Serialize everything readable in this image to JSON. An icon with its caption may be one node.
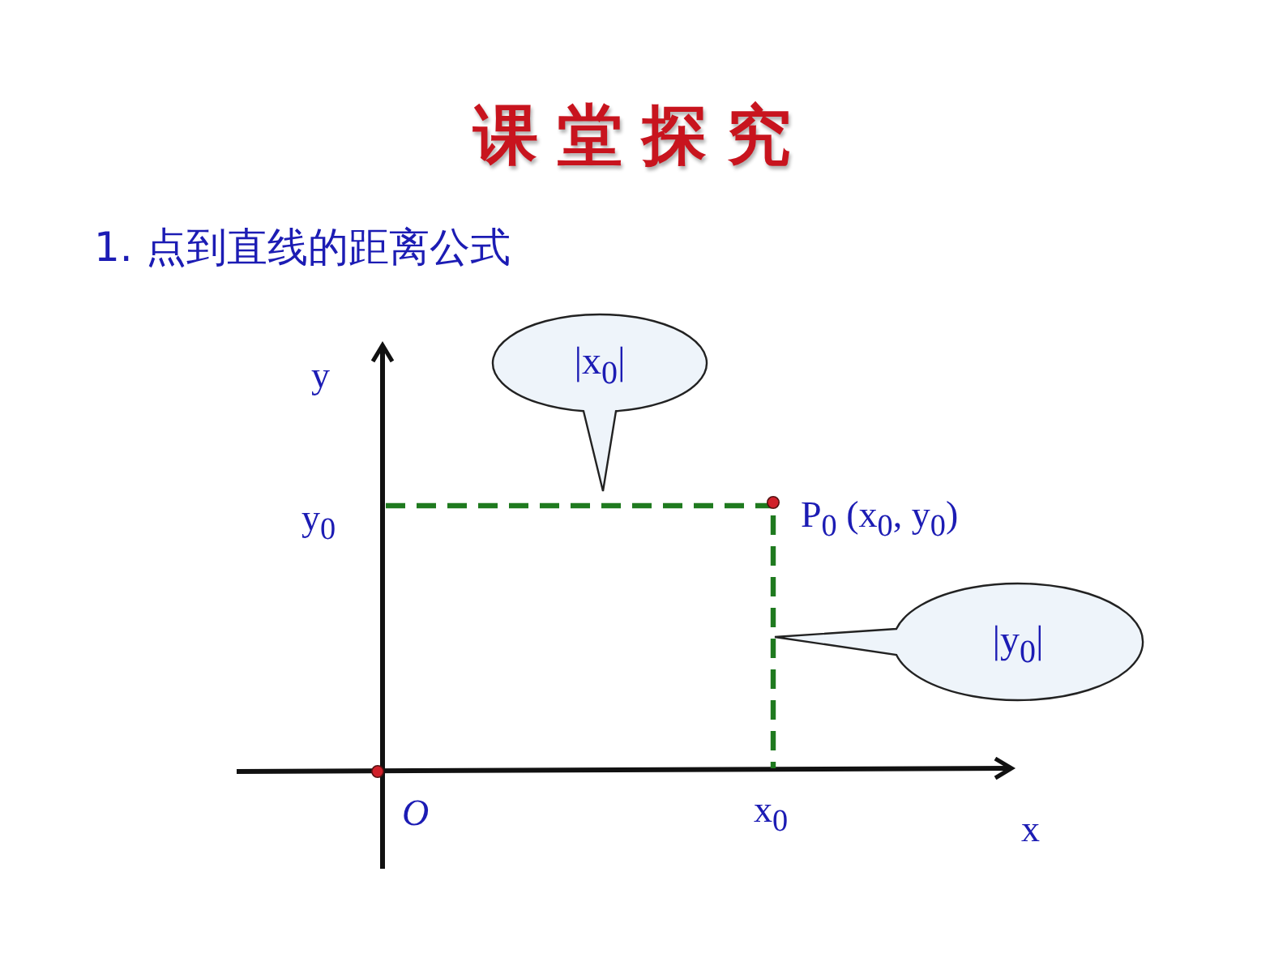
{
  "diagram": {
    "title": "课堂探究",
    "nodes": [
      {
        "text": [
          "|x$_{0}$|"
        ]
      },
      {
        "text": [
          "|y$_{0}$|"
        ]
      }
    ],
    "labels": [
      "1. 点到直线的距离公式",
      "y",
      "y$_{0}$",
      "P$_{0}$ (x$_{0}$, y$_{0}$)",
      "O",
      "x$_{0}$",
      "x"
    ]
  }
}
